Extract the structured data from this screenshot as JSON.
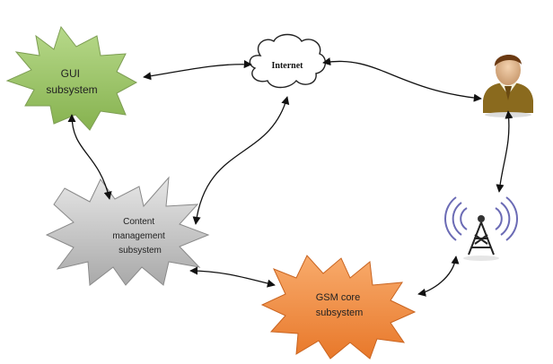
{
  "nodes": {
    "gui": {
      "line1": "GUI",
      "line2": "subsystem",
      "color": "#9dc36a"
    },
    "content": {
      "line1": "Content",
      "line2": "management",
      "line3": "subsystem",
      "color": "#c8c8c8"
    },
    "gsm": {
      "line1": "GSM core",
      "line2": "subsystem",
      "color": "#f28f43"
    },
    "internet": {
      "label": "Internet"
    },
    "user": {
      "icon": "person-icon"
    },
    "tower": {
      "icon": "antenna-tower-icon",
      "color": "#6b6bb5"
    }
  },
  "edge_color": "#111111"
}
